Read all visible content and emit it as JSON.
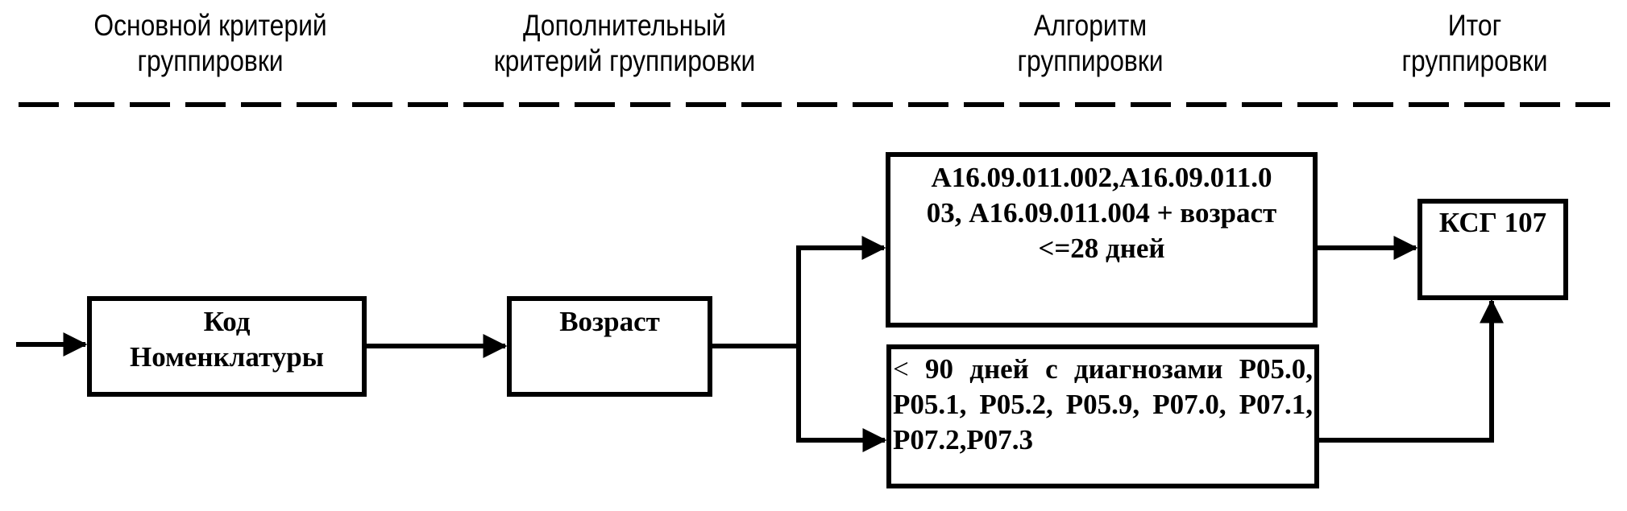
{
  "headers": [
    {
      "line1": "Основной критерий",
      "line2": "группировки"
    },
    {
      "line1": "Дополнительный",
      "line2": "критерий группировки"
    },
    {
      "line1": "Алгоритм",
      "line2": "группировки"
    },
    {
      "line1": "Итог",
      "line2": "группировки"
    }
  ],
  "boxes": {
    "primary": {
      "line1": "Код",
      "line2": "Номенклатуры"
    },
    "secondary": {
      "label": "Возраст"
    },
    "algo_top": {
      "line1": "А16.09.011.002,А16.09.011.0",
      "line2": "03, А16.09.011.004 + возраст",
      "line3": "<=28 дней"
    },
    "algo_bottom": {
      "lt": "<",
      "text": " 90 дней с диагнозами Р05.0, Р05.1, Р05.2, Р05.9, Р07.0, Р07.1, Р07.2,Р07.3"
    },
    "result": {
      "label": "КСГ 107"
    }
  },
  "colors": {
    "stroke": "#000000",
    "background": "#ffffff"
  }
}
